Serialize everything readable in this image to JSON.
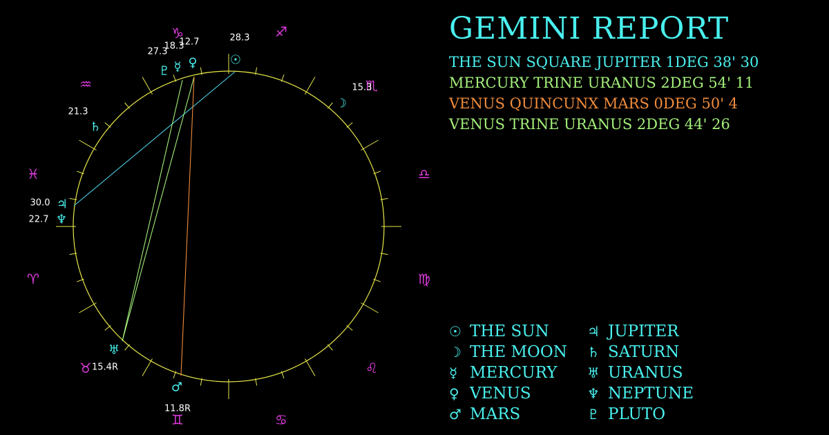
{
  "title": "GEMINI REPORT",
  "aspects": [
    {
      "text": "THE SUN SQUARE JUPITER 1DEG 38' 30",
      "color": "#49f0ee"
    },
    {
      "text": "MERCURY TRINE URANUS 2DEG 54' 11",
      "color": "#a4f07a"
    },
    {
      "text": "VENUS QUINCUNX MARS 0DEG 50' 4",
      "color": "#f08c3c"
    },
    {
      "text": "VENUS TRINE URANUS 2DEG 44' 26",
      "color": "#a4f07a"
    }
  ],
  "legend": [
    {
      "glyph": "☉",
      "name": "THE SUN"
    },
    {
      "glyph": "☽",
      "name": "THE MOON"
    },
    {
      "glyph": "☿",
      "name": "MERCURY"
    },
    {
      "glyph": "♀",
      "name": "VENUS"
    },
    {
      "glyph": "♂",
      "name": "MARS"
    },
    {
      "glyph": "♃",
      "name": "JUPITER"
    },
    {
      "glyph": "♄",
      "name": "SATURN"
    },
    {
      "glyph": "♅",
      "name": "URANUS"
    },
    {
      "glyph": "♆",
      "name": "NEPTUNE"
    },
    {
      "glyph": "♇",
      "name": "PLUTO"
    }
  ],
  "zodiac": [
    {
      "glyph": "♑",
      "name": "capricorn-icon"
    },
    {
      "glyph": "♐",
      "name": "sagittarius-icon"
    },
    {
      "glyph": "♏",
      "name": "scorpio-icon"
    },
    {
      "glyph": "♎",
      "name": "libra-icon"
    },
    {
      "glyph": "♍",
      "name": "virgo-icon"
    },
    {
      "glyph": "♌",
      "name": "leo-icon"
    },
    {
      "glyph": "♋",
      "name": "cancer-icon"
    },
    {
      "glyph": "♊",
      "name": "gemini-icon"
    },
    {
      "glyph": "♉",
      "name": "taurus-icon"
    },
    {
      "glyph": "♈",
      "name": "aries-icon"
    },
    {
      "glyph": "♓",
      "name": "pisces-icon"
    },
    {
      "glyph": "♒",
      "name": "aquarius-icon"
    }
  ],
  "planets": [
    {
      "name": "sun",
      "glyph": "☉",
      "degree": "28.3"
    },
    {
      "name": "venus",
      "glyph": "♀",
      "degree": "12.7"
    },
    {
      "name": "mercury",
      "glyph": "☿",
      "degree": "18.3"
    },
    {
      "name": "pluto",
      "glyph": "♇",
      "degree": "27.3"
    },
    {
      "name": "saturn",
      "glyph": "♄",
      "degree": "21.3"
    },
    {
      "name": "jupiter",
      "glyph": "♃",
      "degree": "30.0"
    },
    {
      "name": "neptune",
      "glyph": "♆",
      "degree": "22.7"
    },
    {
      "name": "uranus",
      "glyph": "♅",
      "degree": "15.4R"
    },
    {
      "name": "mars",
      "glyph": "♂",
      "degree": "11.8R"
    },
    {
      "name": "moon",
      "glyph": "☽",
      "degree": "15.3"
    }
  ],
  "colors": {
    "planet": "#49f0ee",
    "zodiac": "#e03ce0",
    "wheel": "#e8e84a",
    "degree_label": "#ffffff",
    "square": "#49c8e0",
    "trine": "#a4f07a",
    "quincunx": "#f08c3c"
  }
}
